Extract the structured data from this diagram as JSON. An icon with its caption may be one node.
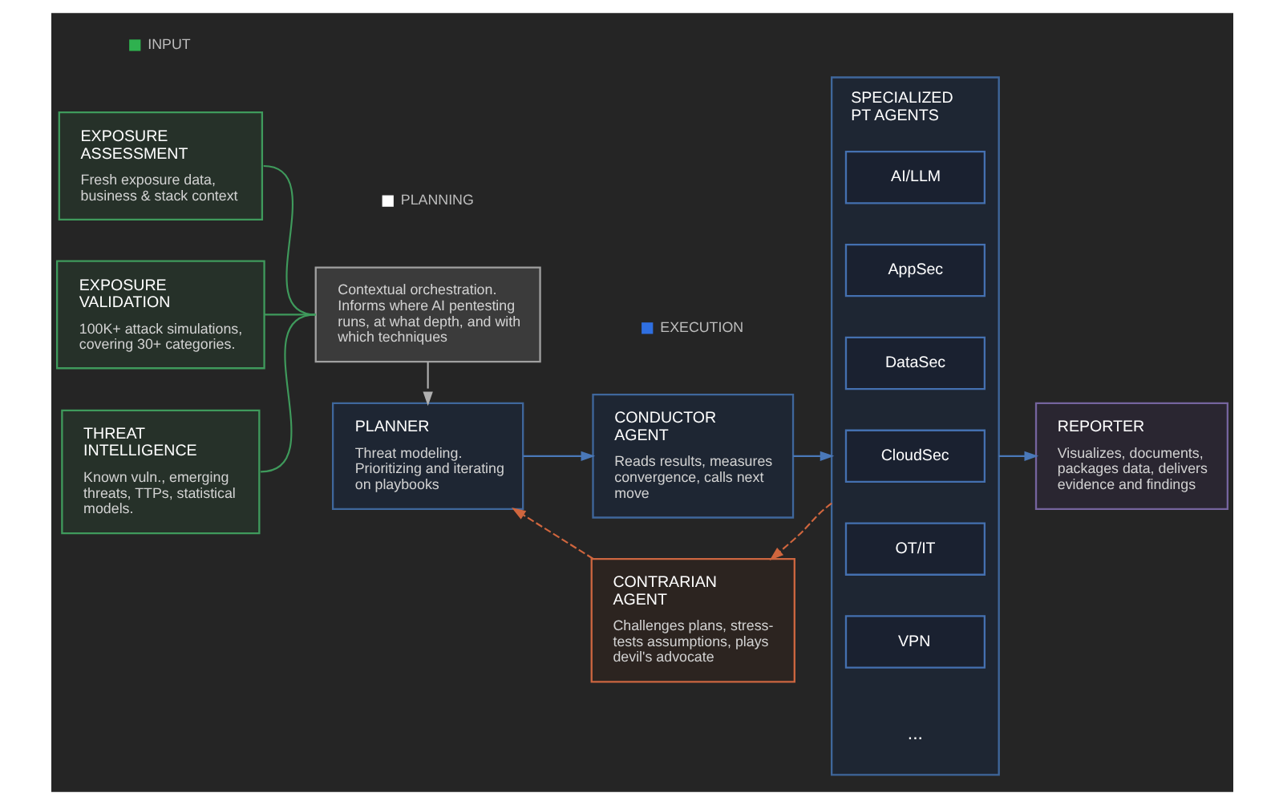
{
  "diagram": {
    "nodes": [
      {
        "text": [
          "EXPOSURE ASSESSMENT",
          "Fresh exposure data, business & stack context"
        ]
      },
      {
        "text": [
          "EXPOSURE VALIDATION",
          "100K+ attack simulations, covering 30+ categories."
        ]
      },
      {
        "text": [
          "THREAT INTELLIGENCE",
          "Known vuln., emerging threats, TTPs, statistical models."
        ]
      },
      {
        "text": [
          "Contextual orchestration. Informs where AI pentesting runs, at what depth, and with which techniques"
        ]
      },
      {
        "text": [
          "PLANNER",
          "Threat modeling. Prioritizing and iterating on playbooks"
        ]
      },
      {
        "text": [
          "CONDUCTOR AGENT",
          "Reads results, measures convergence, calls next move"
        ]
      },
      {
        "text": [
          "CONTRARIAN AGENT",
          "Challenges plans, stress-tests assumptions, plays devil's advocate"
        ]
      },
      {
        "text": [
          "SPECIALIZED PT AGENTS"
        ]
      },
      {
        "text": [
          "AI/LLM"
        ],
        "in": 7
      },
      {
        "text": [
          "AppSec"
        ],
        "in": 7
      },
      {
        "text": [
          "DataSec"
        ],
        "in": 7
      },
      {
        "text": [
          "CloudSec"
        ],
        "in": 7
      },
      {
        "text": [
          "OT/IT"
        ],
        "in": 7
      },
      {
        "text": [
          "VPN"
        ],
        "in": 7
      },
      {
        "text": [
          "REPORTER",
          "Visualizes, documents, packages data, delivers evidence and findings"
        ]
      }
    ],
    "edges": [
      {
        "from": 0,
        "to": 3,
        "arrow": "none",
        "color": "#3f9a5c"
      },
      {
        "from": 1,
        "to": 3,
        "arrow": "none",
        "color": "#3f9a5c"
      },
      {
        "from": 2,
        "to": 3,
        "arrow": "none",
        "color": "#3f9a5c"
      },
      {
        "from": 3,
        "to": 4,
        "arrow": "to",
        "color": "#b0b0b0"
      },
      {
        "from": 4,
        "to": 5,
        "arrow": "to",
        "color": "#4a78b8"
      },
      {
        "from": 5,
        "to": 7,
        "arrow": "to",
        "color": "#4a78b8"
      },
      {
        "from": 7,
        "to": 6,
        "arrow": "to",
        "style": "dashed",
        "color": "#d0663e"
      },
      {
        "from": 6,
        "to": 4,
        "arrow": "to",
        "style": "dashed",
        "color": "#d0663e"
      },
      {
        "from": 7,
        "to": 14,
        "arrow": "to",
        "color": "#4a78b8"
      }
    ],
    "labels": [
      "..."
    ],
    "legend": [
      {
        "text": "INPUT",
        "color": "#2fb14f"
      },
      {
        "text": "PLANNING",
        "color": "#ffffff"
      },
      {
        "text": "EXECUTION",
        "color": "#2f6fe0"
      }
    ]
  }
}
